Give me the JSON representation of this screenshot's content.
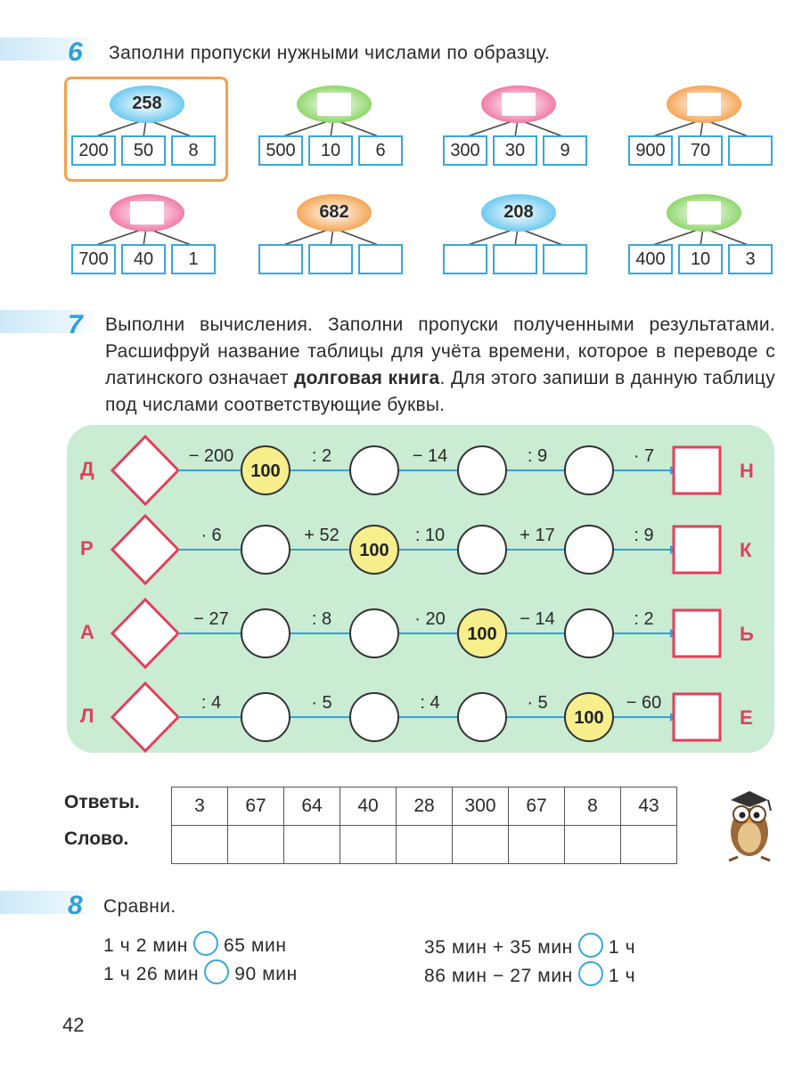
{
  "ex6": {
    "number": "6",
    "title": "Заполни пропуски нужными числами по образцу.",
    "trees": [
      {
        "top": "258",
        "cells": [
          "200",
          "50",
          "8"
        ],
        "color": "#6cc9ef"
      },
      {
        "top": "",
        "cells": [
          "500",
          "10",
          "6"
        ],
        "color": "#8ed66a"
      },
      {
        "top": "",
        "cells": [
          "300",
          "30",
          "9"
        ],
        "color": "#f07aa6"
      },
      {
        "top": "",
        "cells": [
          "900",
          "70",
          ""
        ],
        "color": "#f4a553"
      },
      {
        "top": "",
        "cells": [
          "700",
          "40",
          "1"
        ],
        "color": "#f07aa6"
      },
      {
        "top": "682",
        "cells": [
          "",
          "",
          ""
        ],
        "color": "#f4a553"
      },
      {
        "top": "208",
        "cells": [
          "",
          "",
          ""
        ],
        "color": "#6cc9ef"
      },
      {
        "top": "",
        "cells": [
          "400",
          "10",
          "3"
        ],
        "color": "#8ed66a"
      }
    ]
  },
  "ex7": {
    "number": "7",
    "text_before": "Выполни вычисления. Заполни пропуски полученными результатами. Расшифруй название таблицы для учёта времени, которое в переводе с латинского означает ",
    "text_bold": "долговая книга",
    "text_after": ". Для этого запиши в данную таблицу под числами соответствующие буквы.",
    "rows": [
      {
        "left": "Д",
        "right": "Н",
        "ops": [
          "− 200",
          ": 2",
          "− 14",
          ": 9",
          "· 7"
        ],
        "known": 1
      },
      {
        "left": "Р",
        "right": "К",
        "ops": [
          "· 6",
          "+ 52",
          ": 10",
          "+ 17",
          ": 9"
        ],
        "known": 2
      },
      {
        "left": "А",
        "right": "Ь",
        "ops": [
          "− 27",
          ": 8",
          "· 20",
          "− 14",
          ": 2"
        ],
        "known": 3
      },
      {
        "left": "Л",
        "right": "Е",
        "ops": [
          ": 4",
          "· 5",
          ": 4",
          "· 5",
          "− 60"
        ],
        "known": 4
      }
    ],
    "known_value": "100",
    "answers_label": "Ответы.",
    "word_label": "Слово.",
    "answers": [
      "3",
      "67",
      "64",
      "40",
      "28",
      "300",
      "67",
      "8",
      "43"
    ]
  },
  "ex8": {
    "number": "8",
    "title": "Сравни.",
    "items": [
      {
        "a": "1 ч 2 мин",
        "b": "65 мин"
      },
      {
        "a": "1 ч 26 мин",
        "b": "90 мин"
      },
      {
        "a": "35 мин + 35 мин",
        "b": "1 ч"
      },
      {
        "a": "86 мин − 27 мин",
        "b": "1 ч"
      }
    ]
  },
  "page_number": "42",
  "colors": {
    "accent": "#2f9fd8",
    "red": "#e0405c",
    "green": "#c9ecd3",
    "yellow": "#f6ef8c"
  }
}
